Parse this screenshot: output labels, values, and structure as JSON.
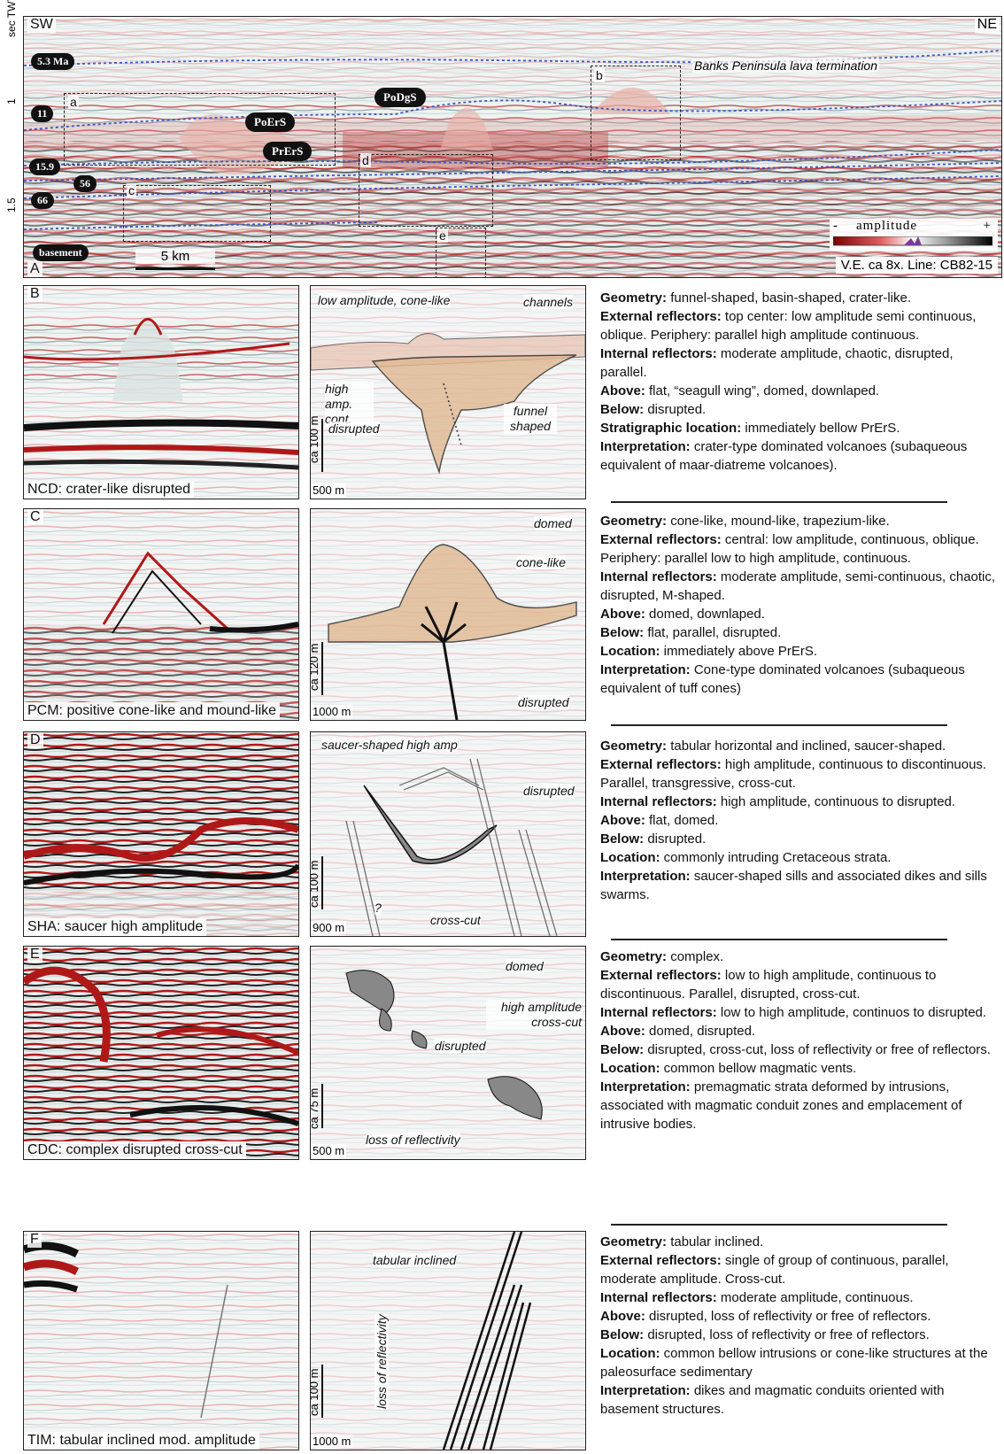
{
  "panel_a": {
    "letter": "A",
    "sw": "SW",
    "ne": "NE",
    "axis_title": "sec TWT",
    "tick_1": "1",
    "tick_15": "1.5",
    "ages": [
      "5.3 Ma",
      "11",
      "15.9",
      "56",
      "66",
      "basement"
    ],
    "units": [
      "PoDgS",
      "PoErS",
      "PrErS"
    ],
    "lava_label": "Banks Peninsula lava termination",
    "boxes": [
      "a",
      "b",
      "c",
      "d",
      "e"
    ],
    "scale_bar": "5 km",
    "legend_label": "amplitude",
    "legend_minus": "-",
    "legend_plus": "+",
    "ve_label": "V.E. ca 8x. Line: CB82-15"
  },
  "rows": [
    {
      "letter": "B",
      "caption": "NCD: crater-like disrupted",
      "vscale": "ca 100 m",
      "hscale": "500 m",
      "notes": [
        "low amplitude, cone-like",
        "channels",
        "high amp. cont.",
        "disrupted",
        "funnel shaped"
      ],
      "desc": [
        {
          "k": "Geometry:",
          "v": " funnel-shaped, basin-shaped, crater-like."
        },
        {
          "k": "External reflectors:",
          "v": " top center: low amplitude semi continuous, oblique. Periphery: parallel high amplitude continuous."
        },
        {
          "k": "Internal reflectors:",
          "v": " moderate amplitude, chaotic, disrupted, parallel."
        },
        {
          "k": "Above:",
          "v": " flat, “seagull wing”, domed, downlaped."
        },
        {
          "k": "Below:",
          "v": " disrupted."
        },
        {
          "k": "Stratigraphic location:",
          "v": " immediately bellow PrErS."
        },
        {
          "k": "Interpretation:",
          "v": " crater-type dominated volcanoes (subaqueous equivalent of maar-diatreme volcanoes)."
        }
      ]
    },
    {
      "letter": "C",
      "caption": "PCM: positive cone-like and mound-like",
      "vscale": "ca 120 m",
      "hscale": "1000 m",
      "notes": [
        "domed",
        "cone-like",
        "disrupted"
      ],
      "desc": [
        {
          "k": "Geometry:",
          "v": " cone-like, mound-like, trapezium-like."
        },
        {
          "k": "External reflectors:",
          "v": " central: low amplitude, continuous, oblique. Periphery: parallel low to high amplitude, continuous."
        },
        {
          "k": "Internal reflectors:",
          "v": " moderate amplitude, semi-continuous, chaotic, disrupted, M-shaped."
        },
        {
          "k": "Above:",
          "v": " domed, downlaped."
        },
        {
          "k": "Below:",
          "v": " flat, parallel, disrupted."
        },
        {
          "k": "Location:",
          "v": " immediately above PrErS."
        },
        {
          "k": "Interpretation:",
          "v": " Cone-type dominated volcanoes (subaqueous equivalent of tuff cones)"
        }
      ]
    },
    {
      "letter": "D",
      "caption": "SHA: saucer high amplitude",
      "vscale": "ca 100 m",
      "hscale": "900 m",
      "notes": [
        "saucer-shaped high amp",
        "disrupted",
        "cross-cut",
        "?"
      ],
      "desc": [
        {
          "k": "Geometry:",
          "v": " tabular horizontal and inclined, saucer-shaped."
        },
        {
          "k": "External reflectors:",
          "v": " high amplitude, continuous to discontinuous. Parallel, transgressive, cross-cut."
        },
        {
          "k": "Internal reflectors:",
          "v": " high amplitude, continuous to disrupted."
        },
        {
          "k": "Above:",
          "v": " flat, domed."
        },
        {
          "k": "Below:",
          "v": " disrupted."
        },
        {
          "k": "Location:",
          "v": " commonly intruding Cretaceous strata."
        },
        {
          "k": "Interpretation:",
          "v": " saucer-shaped sills and associated dikes and sills swarms."
        }
      ]
    },
    {
      "letter": "E",
      "caption": "CDC: complex disrupted cross-cut",
      "vscale": "ca 75 m",
      "hscale": "500 m",
      "notes": [
        "domed",
        "high amplitude cross-cut",
        "disrupted",
        "loss of reflectivity"
      ],
      "desc": [
        {
          "k": "Geometry:",
          "v": " complex."
        },
        {
          "k": "External reflectors:",
          "v": " low to high amplitude, continuous to discontinuous. Parallel, disrupted, cross-cut."
        },
        {
          "k": "Internal reflectors:",
          "v": " low to high amplitude, continuos to disrupted."
        },
        {
          "k": "Above:",
          "v": " domed, disrupted."
        },
        {
          "k": "Below:",
          "v": " disrupted, cross-cut, loss of reflectivity or free of reflectors."
        },
        {
          "k": "Location:",
          "v": " common bellow magmatic vents."
        },
        {
          "k": "Interpretation:",
          "v": " premagmatic strata deformed by intrusions, associated with magmatic conduit zones and emplacement of intrusive bodies."
        }
      ]
    },
    {
      "letter": "F",
      "caption": "TIM: tabular inclined mod. amplitude",
      "vscale": "ca 100 m",
      "hscale": "1000 m",
      "notes": [
        "tabular inclined",
        "loss of reflectivity"
      ],
      "desc": [
        {
          "k": "Geometry:",
          "v": " tabular inclined."
        },
        {
          "k": "External reflectors:",
          "v": " single of group of continuous, parallel, moderate amplitude. Cross-cut."
        },
        {
          "k": "Internal reflectors:",
          "v": " moderate amplitude, continuous."
        },
        {
          "k": "Above:",
          "v": " disrupted, loss of reflectivity or free of reflectors."
        },
        {
          "k": "Below:",
          "v": " disrupted, loss of reflectivity or free of reflectors."
        },
        {
          "k": "Location:",
          "v": " common bellow intrusions or cone-like structures at the paleosurface sedimentary"
        },
        {
          "k": "Interpretation:",
          "v": " dikes and magmatic conduits oriented with basement structures."
        }
      ]
    }
  ]
}
